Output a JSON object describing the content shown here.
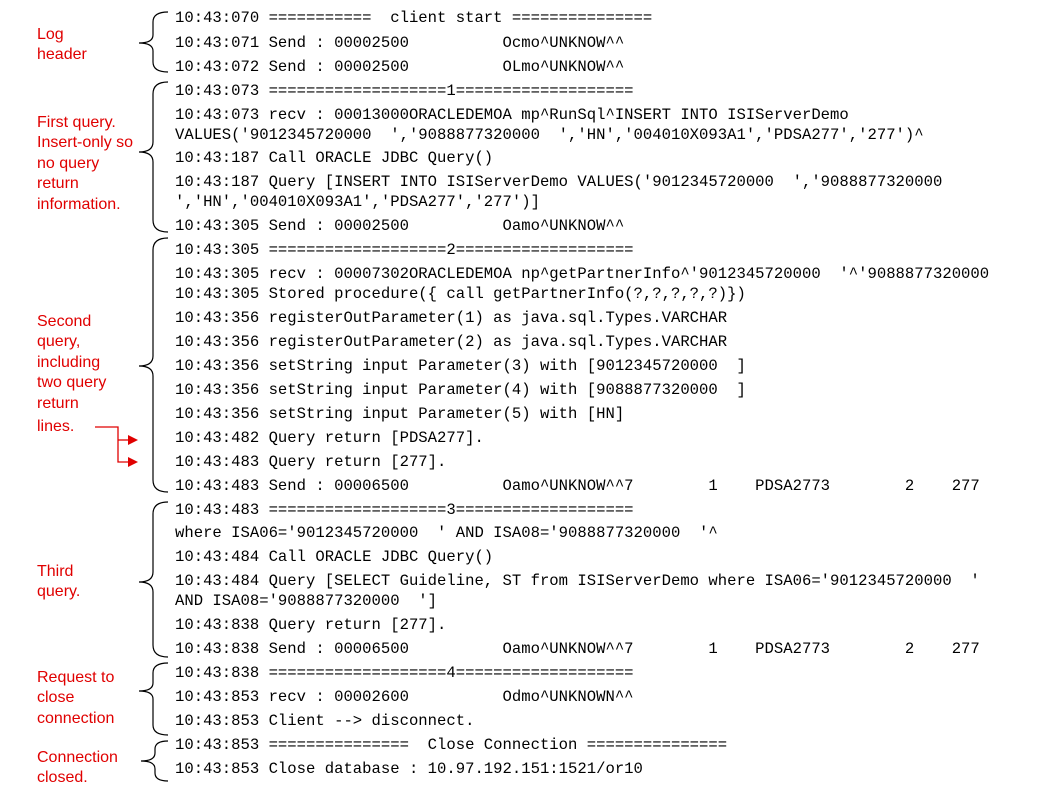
{
  "annotations": [
    {
      "lines": [
        "Log",
        "header"
      ]
    },
    {
      "lines": [
        "First query.",
        "Insert-only so",
        "no query",
        "return",
        "information."
      ]
    },
    {
      "lines": [
        "Second",
        "query,",
        "including",
        "two query",
        "return",
        "lines."
      ]
    },
    {
      "lines": [
        "Third",
        "query."
      ]
    },
    {
      "lines": [
        "Request to",
        "close",
        "connection"
      ]
    },
    {
      "lines": [
        "Connection",
        "closed."
      ]
    }
  ],
  "log_lines": [
    "10:43:070 ===========  client start ===============",
    "10:43:071 Send : 00002500          Ocmo^UNKNOW^^",
    "10:43:072 Send : 00002500          OLmo^UNKNOW^^",
    "10:43:073 ===================1===================",
    "10:43:073 recv : 00013000ORACLEDEMOA mp^RunSql^INSERT INTO ISIServerDemo",
    "VALUES('9012345720000  ','9088877320000  ','HN','004010X093A1','PDSA277','277')^",
    "10:43:187 Call ORACLE JDBC Query()",
    "10:43:187 Query [INSERT INTO ISIServerDemo VALUES('9012345720000  ','9088877320000",
    "','HN','004010X093A1','PDSA277','277')]",
    "10:43:305 Send : 00002500          Oamo^UNKNOW^^",
    "10:43:305 ===================2===================",
    "10:43:305 recv : 00007302ORACLEDEMOA np^getPartnerInfo^'9012345720000  '^'9088877320000",
    "10:43:305 Stored procedure({ call getPartnerInfo(?,?,?,?,?)})",
    "10:43:356 registerOutParameter(1) as java.sql.Types.VARCHAR",
    "10:43:356 registerOutParameter(2) as java.sql.Types.VARCHAR",
    "10:43:356 setString input Parameter(3) with [9012345720000  ]",
    "10:43:356 setString input Parameter(4) with [9088877320000  ]",
    "10:43:356 setString input Parameter(5) with [HN]",
    "10:43:482 Query return [PDSA277].",
    "10:43:483 Query return [277].",
    "10:43:483 Send : 00006500          Oamo^UNKNOW^^7        1    PDSA2773        2    277",
    "10:43:483 ===================3===================",
    "where ISA06='9012345720000  ' AND ISA08='9088877320000  '^",
    "10:43:484 Call ORACLE JDBC Query()",
    "10:43:484 Query [SELECT Guideline, ST from ISIServerDemo where ISA06='9012345720000  '",
    "AND ISA08='9088877320000  ']",
    "10:43:838 Query return [277].",
    "10:43:838 Send : 00006500          Oamo^UNKNOW^^7        1    PDSA2773        2    277",
    "10:43:838 ===================4===================",
    "10:43:853 recv : 00002600          Odmo^UNKNOWN^^",
    "10:43:853 Client --> disconnect.",
    "10:43:853 ===============  Close Connection ===============",
    "10:43:853 Close database : 10.97.192.151:1521/or10"
  ],
  "colors": {
    "annotation": "#e00000",
    "text": "#000000"
  }
}
